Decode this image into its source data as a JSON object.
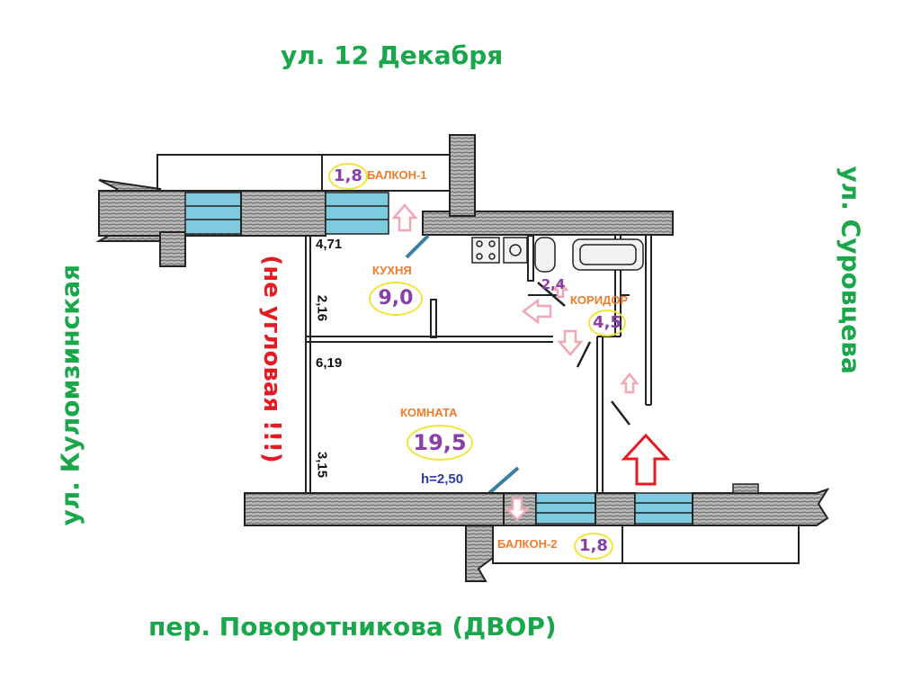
{
  "streets": {
    "top": "ул. 12 Декабря",
    "right": "ул. Суровцева",
    "left": "ул. Куломзинская",
    "bottom": "пер. Поворотникова  (ДВОР)"
  },
  "note": "(не угловая !!!)",
  "rooms": {
    "balcony1": {
      "name": "БАЛКОН-1",
      "area": "1,8"
    },
    "kitchen": {
      "name": "КУХНЯ",
      "area": "9,0"
    },
    "corridor": {
      "name": "КОРИДОР",
      "area": "4,5"
    },
    "wc": {
      "area": "2,4"
    },
    "room": {
      "name": "КОМНАТА",
      "area": "19,5"
    },
    "balcony2": {
      "name": "БАЛКОН-2",
      "area": "1,8"
    }
  },
  "dimensions": {
    "kitchen_width": "4,71",
    "kitchen_depth": "2,16",
    "room_width": "6,19",
    "room_depth": "3,15",
    "ceiling_height": "h=2,50"
  },
  "colors": {
    "street": "#1aa64a",
    "note": "#e41b23",
    "room_name": "#ee7d2b",
    "area": "#8a3fa8",
    "area_ring": "#f2e53a",
    "height": "#2b3aa8",
    "window": "#7ecbdf",
    "wall": "#8c8c8c",
    "arrow_small": "#f0a7b4",
    "arrow_entry": "#e41b23"
  }
}
